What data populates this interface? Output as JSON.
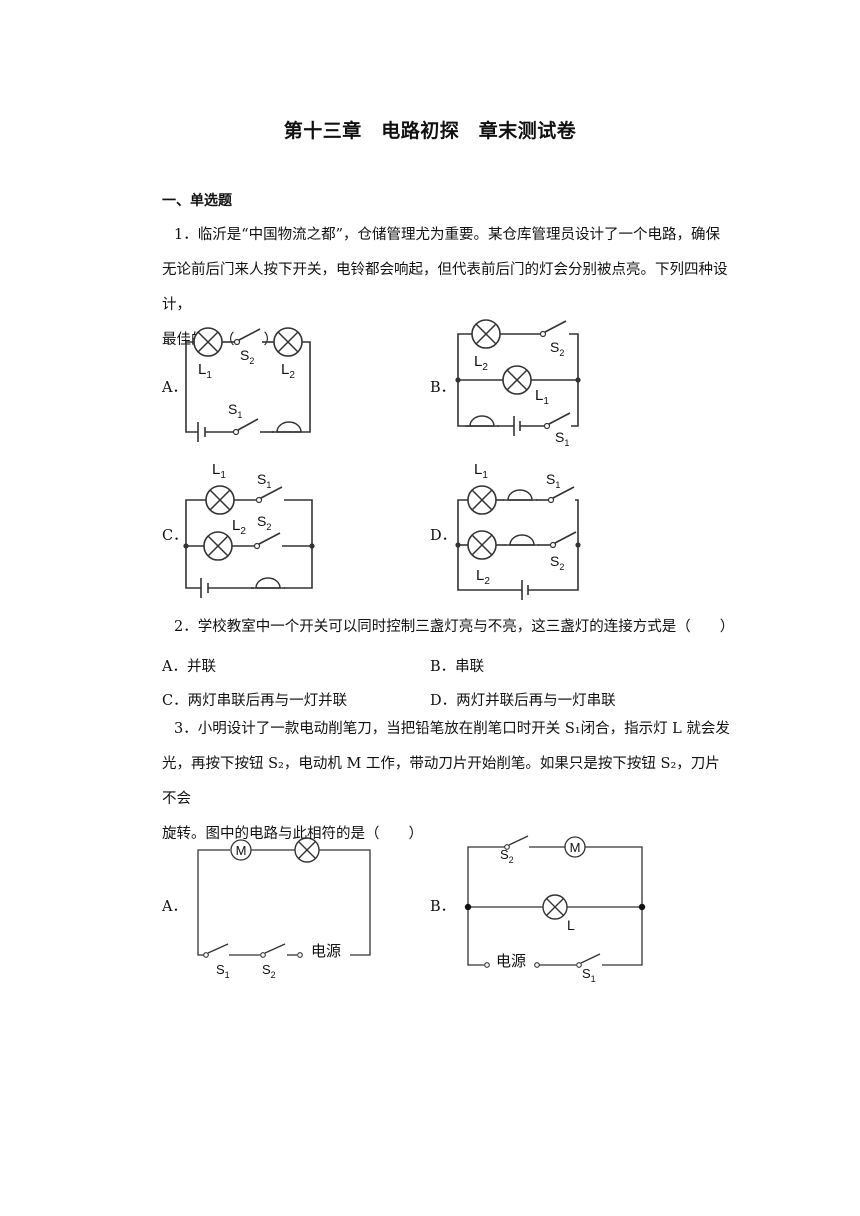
{
  "title": "第十三章　电路初探　章末测试卷",
  "section": "一、单选题",
  "q1": {
    "line1": "1．临沂是“中国物流之都”，仓储管理尤为重要。某仓库管理员设计了一个电路，确保",
    "line2": "无论前后门来人按下开关，电铃都会响起，但代表前后门的灯会分别被点亮。下列四种设计，",
    "line3": "最佳的是（　　）",
    "labels": [
      "A．",
      "B．",
      "C．",
      "D．"
    ]
  },
  "q2": {
    "stem": "2．学校教室中一个开关可以同时控制三盏灯亮与不亮，这三盏灯的连接方式是（　　）",
    "options": [
      "A．并联",
      "B．串联",
      "C．两灯串联后再与一灯并联",
      "D．两灯并联后再与一灯串联"
    ]
  },
  "q3": {
    "line1": "3．小明设计了一款电动削笔刀，当把铅笔放在削笔口时开关 S₁闭合，指示灯 L 就会发",
    "line2": "光，再按下按钮 S₂，电动机 M 工作，带动刀片开始削笔。如果只是按下按钮 S₂，刀片不会",
    "line3": "旋转。图中的电路与此相符的是（　　）",
    "labels": [
      "A．",
      "B．"
    ]
  },
  "circuit_text": {
    "L": "L",
    "S": "S",
    "sub1": "1",
    "sub2": "2",
    "M": "M",
    "power": "电源"
  }
}
